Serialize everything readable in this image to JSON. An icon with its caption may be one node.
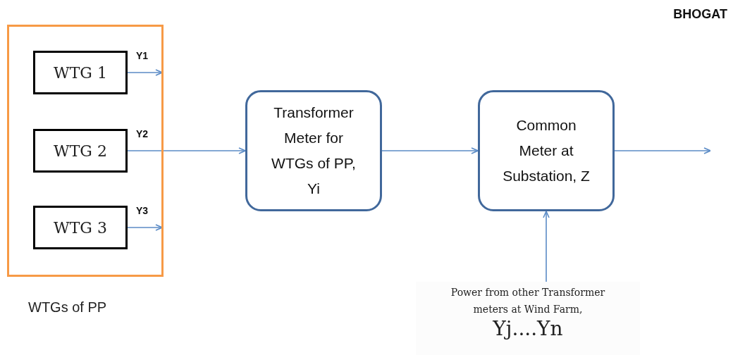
{
  "diagram": {
    "nodes": [
      {
        "text": [
          "WTGs of PP"
        ]
      },
      {
        "text": [
          "WTG 1"
        ],
        "in": 0
      },
      {
        "text": [
          "WTG 2"
        ],
        "in": 0
      },
      {
        "text": [
          "WTG 3"
        ],
        "in": 0
      },
      {
        "text": [
          "Transformer Meter for WTGs of PP, Yi"
        ]
      },
      {
        "text": [
          "Common Meter at Substation, Z"
        ]
      },
      {
        "text": [
          "Power from other Transformer meters at Wind Farm,",
          "Yj....Yn"
        ]
      }
    ],
    "edges": [
      {
        "from": 1,
        "to": null,
        "arrow": "to",
        "label": "Y1"
      },
      {
        "from": 2,
        "to": 4,
        "arrow": "to",
        "label": "Y2"
      },
      {
        "from": 3,
        "to": null,
        "arrow": "to",
        "label": "Y3"
      },
      {
        "from": 4,
        "to": 5,
        "arrow": "to"
      },
      {
        "from": 5,
        "to": null,
        "arrow": "to"
      },
      {
        "from": 6,
        "to": 5,
        "arrow": "to"
      }
    ],
    "labels": [
      "BHOGAT"
    ]
  }
}
